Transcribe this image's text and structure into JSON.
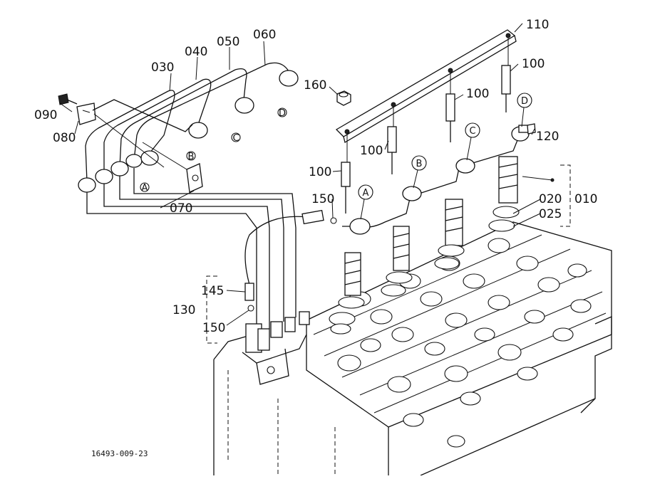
{
  "diagram": {
    "drawing_number": "16493-009-23",
    "labels": {
      "p010": "010",
      "p020": "020",
      "p025": "025",
      "p030": "030",
      "p040": "040",
      "p050": "050",
      "p060": "060",
      "p070": "070",
      "p080": "080",
      "p090": "090",
      "p100a": "100",
      "p100b": "100",
      "p100c": "100",
      "p100d": "100",
      "p110": "110",
      "p120": "120",
      "p130": "130",
      "p145": "145",
      "p150a": "150",
      "p150b": "150",
      "p160": "160"
    },
    "connector_letters": {
      "A": "A",
      "B": "B",
      "C": "C",
      "D": "D"
    }
  }
}
